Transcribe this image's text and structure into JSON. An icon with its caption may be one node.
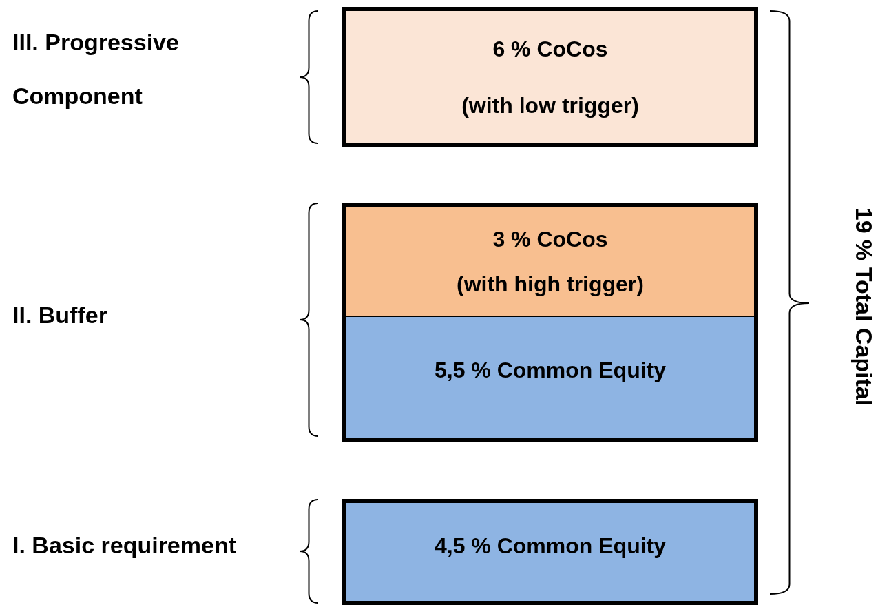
{
  "diagram": {
    "nodes": [
      {
        "text": [
          "6 % CoCos",
          "(with low trigger)"
        ]
      },
      {
        "text": [
          "3 % CoCos",
          "(with high trigger)"
        ]
      },
      {
        "text": [
          "5,5 % Common Equity"
        ]
      },
      {
        "text": [
          "4,5 % Common Equity"
        ]
      }
    ],
    "edges": [],
    "labels": [
      "III. Progressive Component",
      "II. Buffer",
      "I. Basic requirement",
      "19 % Total Capital"
    ]
  }
}
